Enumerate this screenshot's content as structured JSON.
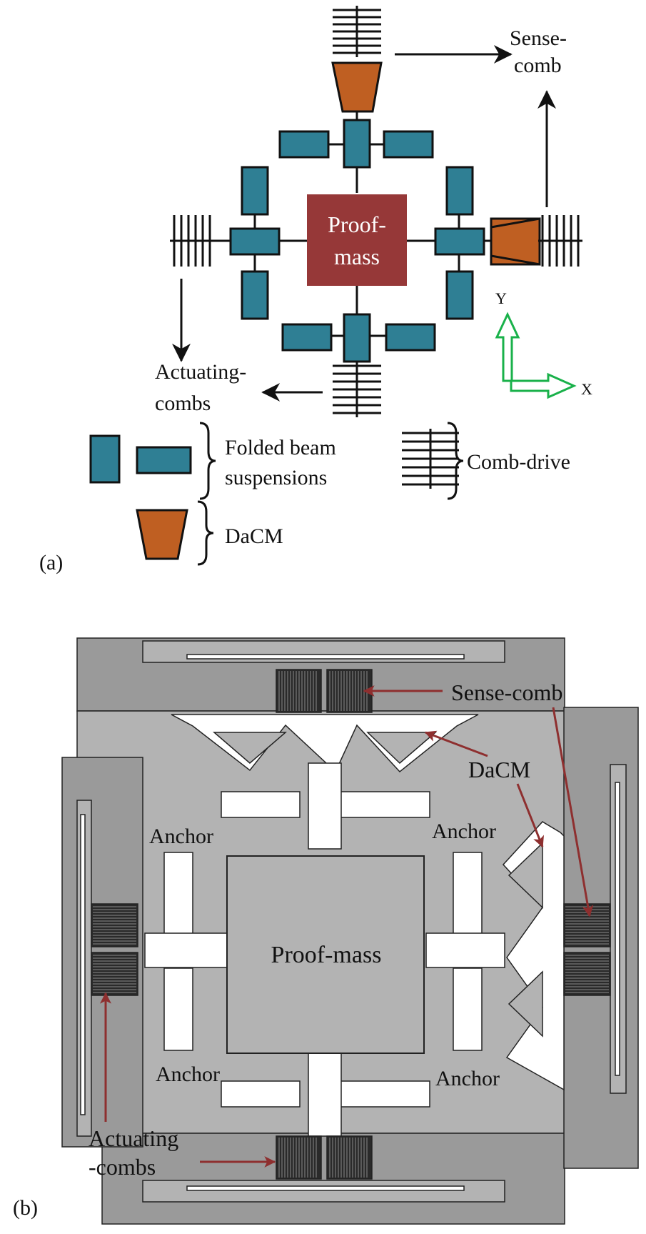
{
  "colors": {
    "spring": "#2f7f94",
    "proof_mass": "#963838",
    "dacm": "#bf5f22",
    "axes": "#19b14a",
    "annotation_arrow": "#8e2f2f",
    "die_fill": "#9a9a9a",
    "device_fill": "#b3b3b3"
  },
  "panel_a": {
    "label": "(a)",
    "proof_mass": {
      "line1": "Proof-",
      "line2": "mass"
    },
    "sense_comb": {
      "line1": "Sense-",
      "line2": "comb"
    },
    "actuating_combs": {
      "line1": "Actuating-",
      "line2": "combs"
    },
    "axes": {
      "y": "Y",
      "x": "X"
    },
    "legend": {
      "folded_beam": {
        "line1": "Folded beam",
        "line2": "suspensions"
      },
      "comb_drive": "Comb-drive",
      "dacm": "DaCM"
    }
  },
  "panel_b": {
    "label": "(b)",
    "proof_mass": "Proof-mass",
    "sense_comb": "Sense-comb",
    "dacm": "DaCM",
    "anchor_top_left": "Anchor",
    "anchor_top_right": "Anchor",
    "anchor_bottom_left": "Anchor",
    "anchor_bottom_right": "Anchor",
    "actuating_combs": {
      "line1": "Actuating",
      "line2": "-combs"
    }
  }
}
